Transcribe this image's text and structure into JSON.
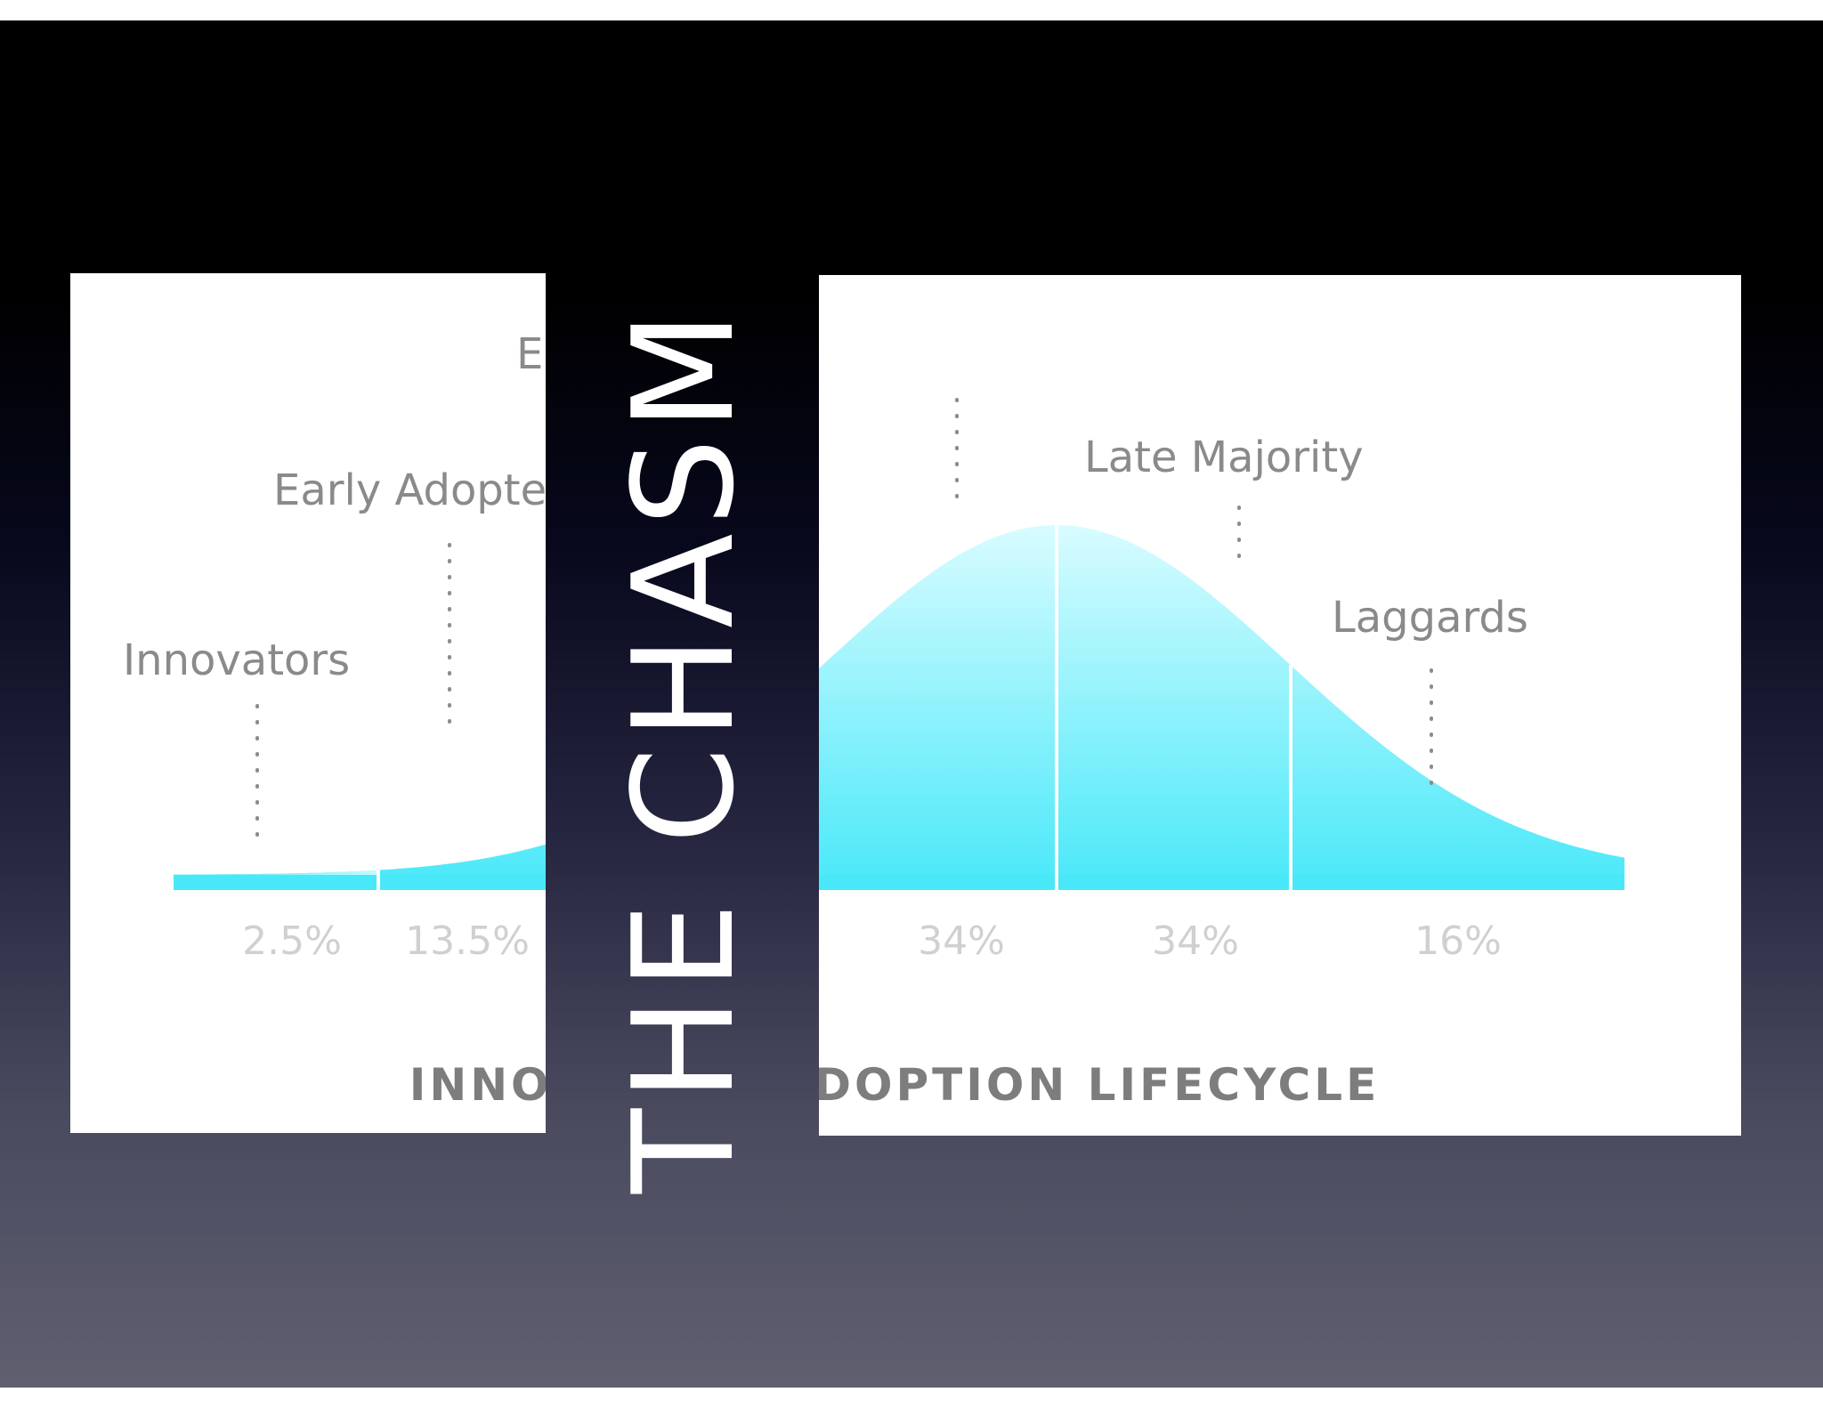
{
  "slide": {
    "title": "THE CHASM"
  },
  "diagram": {
    "title": "INNOVATION ADOPTION LIFECYCLE",
    "segments": [
      {
        "label": "Innovators",
        "percent": "2.5%"
      },
      {
        "label": "Early Adopters",
        "percent": "13.5%"
      },
      {
        "label": "Early Majority",
        "percent": "34%"
      },
      {
        "label": "Late Majority",
        "percent": "34%"
      },
      {
        "label": "Laggards",
        "percent": "16%"
      }
    ]
  },
  "colors": {
    "curve_light": "#d8fcff",
    "curve_dark": "#48e8f9",
    "background_top": "#000000",
    "background_bottom": "#5f5f70",
    "label_text": "#8a8a8a",
    "percent_text": "#d0d0d0",
    "title_text": "#7d7d7d",
    "chasm_text": "#ffffff"
  }
}
